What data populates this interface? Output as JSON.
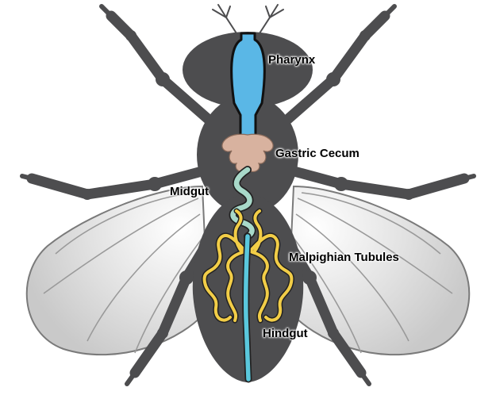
{
  "labels": {
    "pharynx": "Pharynx",
    "gastric_cecum": "Gastric Cecum",
    "midgut": "Midgut",
    "malpighian_tubules": "Malpighian Tubules",
    "hindgut": "Hindgut"
  },
  "colors": {
    "body": "#4d4d4f",
    "wing_fill": "#d9d9d9",
    "wing_vein": "#9a9a9a",
    "outline": "#222222",
    "pharynx": "#5ab7e6",
    "gastric_cecum": "#d8b29f",
    "midgut": "#a8d9c9",
    "malpighian_tubules": "#f2cd47",
    "hindgut": "#5ac8dd"
  },
  "icons": {
    "insect": "fly-icon"
  }
}
